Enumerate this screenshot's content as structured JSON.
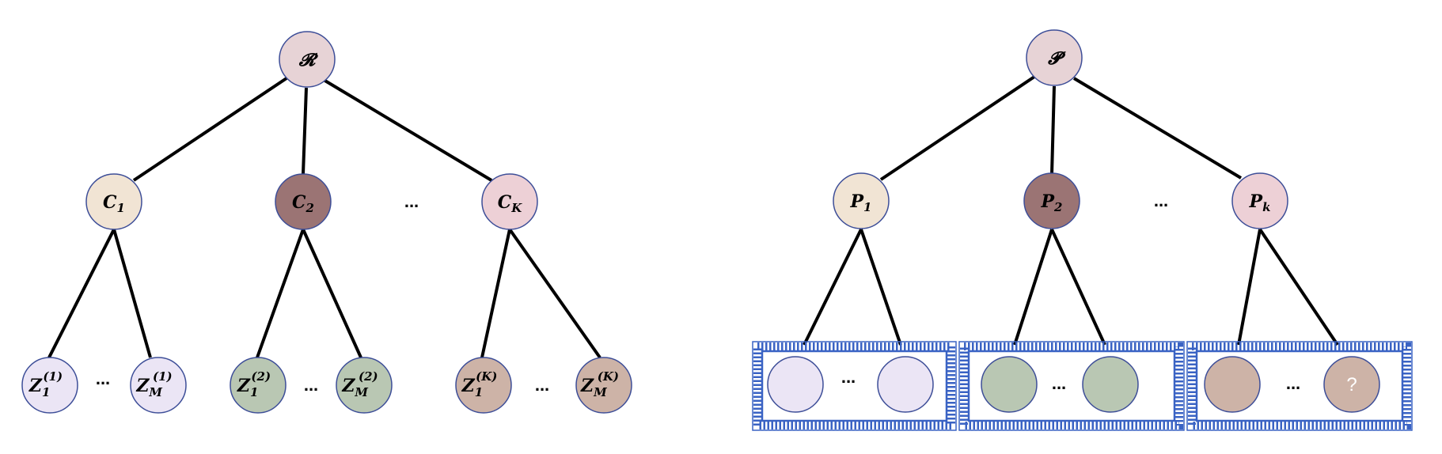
{
  "left_tree": {
    "root": {
      "label": "𝓡",
      "color": "#e7d3d6"
    },
    "children": [
      {
        "main": "C",
        "sub": "1",
        "color": "#f1e4d4"
      },
      {
        "main": "C",
        "sub": "2",
        "color": "#9b7474"
      },
      {
        "main": "C",
        "sub": "K",
        "color": "#edd0d6"
      }
    ],
    "ellipsis": "...",
    "leaves": [
      {
        "main": "Z",
        "sub": "1",
        "sup": "(1)",
        "color": "#ebe5f5"
      },
      {
        "main": "Z",
        "sub": "M",
        "sup": "(1)",
        "color": "#ebe5f5"
      },
      {
        "main": "Z",
        "sub": "1",
        "sup": "(2)",
        "color": "#b9c7b3"
      },
      {
        "main": "Z",
        "sub": "M",
        "sup": "(2)",
        "color": "#b9c7b3"
      },
      {
        "main": "Z",
        "sub": "1",
        "sup": "(K)",
        "color": "#cdb3a7"
      },
      {
        "main": "Z",
        "sub": "M",
        "sup": "(K)",
        "color": "#cdb3a7"
      }
    ],
    "leaf_ellipses": [
      "...",
      "...",
      "..."
    ]
  },
  "right_tree": {
    "root": {
      "label": "𝓟",
      "color": "#e7d3d6"
    },
    "children": [
      {
        "main": "P",
        "sub": "1",
        "color": "#f1e4d4"
      },
      {
        "main": "P",
        "sub": "2",
        "color": "#9b7474"
      },
      {
        "main": "P",
        "sub": "k",
        "color": "#edd0d6"
      }
    ],
    "ellipsis": "...",
    "leaves": [
      {
        "color": "#ebe5f5",
        "label": ""
      },
      {
        "color": "#ebe5f5",
        "label": ""
      },
      {
        "color": "#b9c7b3",
        "label": ""
      },
      {
        "color": "#b9c7b3",
        "label": ""
      },
      {
        "color": "#cdb3a7",
        "label": ""
      },
      {
        "color": "#cdb3a7",
        "label": "?"
      }
    ],
    "leaf_ellipses": [
      "...",
      "...",
      "..."
    ]
  },
  "colors": {
    "edge": "#000000",
    "node_border": "#3d4e98",
    "box_border": "#3a63c4"
  }
}
